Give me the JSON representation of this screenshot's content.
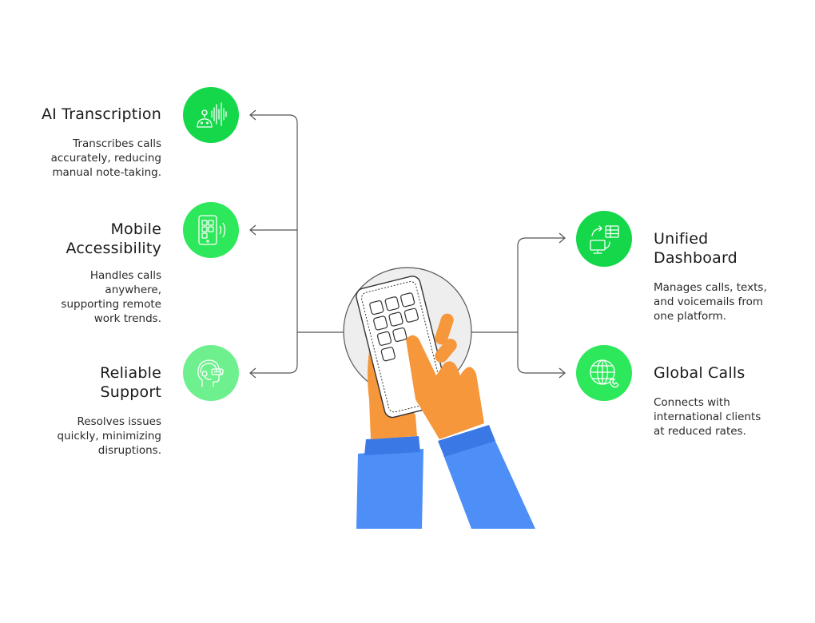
{
  "features": [
    {
      "id": "ai-transcription",
      "side": "left",
      "title": "AI Transcription",
      "description": "Transcribes calls\naccurately, reducing\nmanual note-taking.",
      "icon": "robot-voice-icon",
      "color": "#14d84a"
    },
    {
      "id": "mobile-accessibility",
      "side": "left",
      "title": "Mobile\nAccessibility",
      "description": "Handles calls\nanywhere,\nsupporting remote\nwork trends.",
      "icon": "phone-apps-icon",
      "color": "#2de85a"
    },
    {
      "id": "reliable-support",
      "side": "left",
      "title": "Reliable\nSupport",
      "description": "Resolves issues\nquickly, minimizing\ndisruptions.",
      "icon": "headset-agent-icon",
      "color": "#6ef08e"
    },
    {
      "id": "unified-dashboard",
      "side": "right",
      "title": "Unified\nDashboard",
      "description": "Manages calls, texts,\nand voicemails from\none platform.",
      "icon": "dashboard-sync-icon",
      "color": "#14d84a"
    },
    {
      "id": "global-calls",
      "side": "right",
      "title": "Global Calls",
      "description": "Connects with\ninternational clients\nat reduced rates.",
      "icon": "globe-phone-icon",
      "color": "#2de85a"
    }
  ],
  "colors": {
    "connector": "#555555",
    "skin": "#f5973a",
    "sleeve": "#4d8ef7",
    "cuff": "#3a78e6",
    "phone_body": "#ffffff",
    "plate": "#eeeeee"
  }
}
